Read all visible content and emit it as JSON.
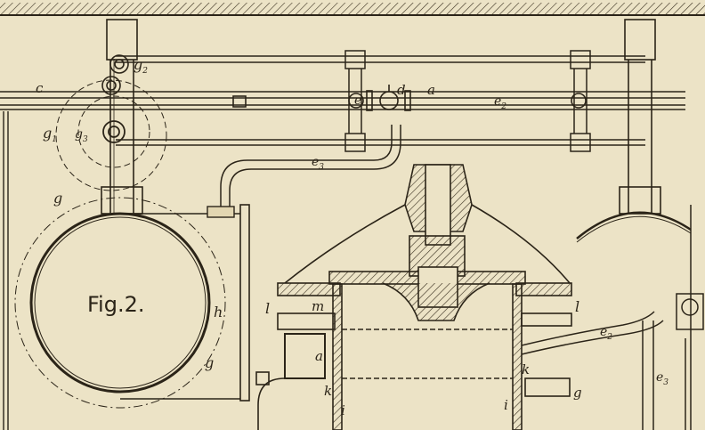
{
  "figure": {
    "title": "Fig.2.",
    "paper_color": "#ece3c6",
    "ink_color": "#2b2418"
  },
  "labels": {
    "c": "c",
    "g2": {
      "main": "g",
      "sub": "2"
    },
    "g1": {
      "main": "g",
      "sub": "1"
    },
    "g3": {
      "main": "g",
      "sub": "3"
    },
    "g_dashed": "g",
    "g_lower": "g",
    "g_bracket": "g",
    "h": "h",
    "e_valve": "e",
    "d": "d",
    "a_pipe": "a",
    "e2_top": {
      "main": "e",
      "sub": "2"
    },
    "e3_top": {
      "main": "e",
      "sub": "3"
    },
    "l_left": "l",
    "l_right": "l",
    "m": "m",
    "a_block": "a",
    "k_left": "k",
    "k_right": "k",
    "i_left": "i",
    "i_right": "i",
    "e2_right": {
      "main": "e",
      "sub": "2"
    },
    "e3_right": {
      "main": "e",
      "sub": "3"
    }
  }
}
